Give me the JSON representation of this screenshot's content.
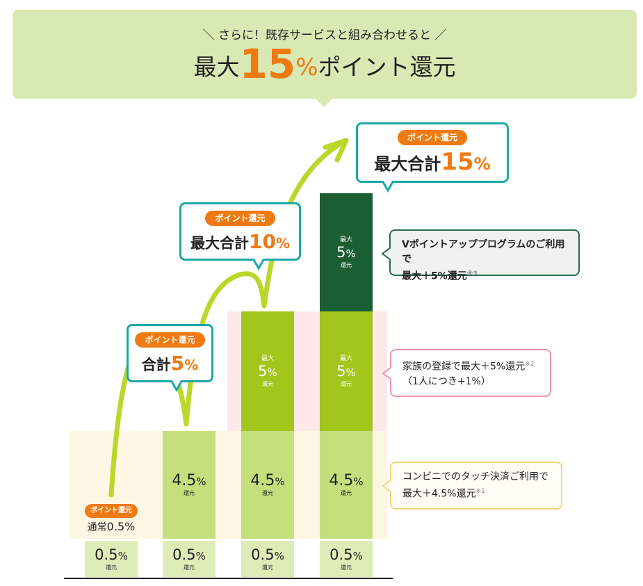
{
  "banner": {
    "subtitle": "＼ さらに！既存サービスと組み合わせると ／",
    "main_prefix": "最大",
    "main_number": "15",
    "main_percent": "%",
    "main_suffix": "ポイント還元"
  },
  "bubbles": {
    "b1": {
      "pill": "ポイント還元",
      "prefix": "合計",
      "number": "5",
      "unit": "%"
    },
    "b2": {
      "pill": "ポイント還元",
      "prefix": "最大合計",
      "number": "10",
      "unit": "%"
    },
    "b3": {
      "pill": "ポイント還元",
      "prefix": "最大合計",
      "number": "15",
      "unit": "%"
    }
  },
  "first_column": {
    "pill": "ポイント還元",
    "label_prefix": "通常",
    "label_value": "0.5%"
  },
  "segments": {
    "base": {
      "value": "0.5",
      "unit": "%",
      "sub": "還元"
    },
    "conv": {
      "value": "4.5",
      "unit": "%",
      "sub": "還元"
    },
    "family": {
      "top": "最大",
      "value": "5",
      "unit": "%",
      "sub": "還元"
    },
    "vpoint": {
      "top": "最大",
      "value": "5",
      "unit": "%",
      "sub": "還元"
    }
  },
  "callouts": {
    "vpoint": {
      "line1": "Vポイントアッププログラムのご利用で",
      "line2": "最大＋5%還元",
      "note": "※3"
    },
    "family": {
      "line1": "家族の登録で最大＋5%還元",
      "note": "※2",
      "line2": "（1人につき+1%）"
    },
    "conv": {
      "line1": "コンビニでのタッチ決済ご利用で",
      "line2": "最大＋4.5%還元",
      "note": "※1"
    }
  },
  "colors": {
    "accent_orange": "#f07a12",
    "teal": "#1aa8a8",
    "dark_green": "#1b5e34",
    "green": "#a2c61c",
    "light_green": "#c5df7d",
    "banner_bg": "#d9e9b3"
  }
}
